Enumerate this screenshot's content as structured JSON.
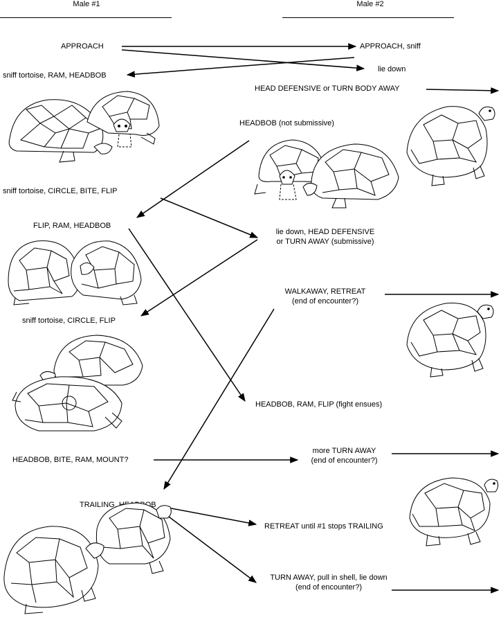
{
  "columns": {
    "male1": "Male #1",
    "male2": "Male #2"
  },
  "labels": {
    "l_approach": "APPROACH",
    "r_approach": "APPROACH, sniff",
    "r_liedown": "lie down",
    "l_sniff_ram": "sniff tortoise, RAM, HEADBOB",
    "r_head_def": "HEAD DEFENSIVE or TURN BODY AWAY",
    "r_headbob": "HEADBOB  (not submissive)",
    "l_sniff_circle_bite": "sniff tortoise, CIRCLE, BITE, FLIP",
    "l_flip_ram": "FLIP, RAM, HEADBOB",
    "r_liedown_def_1": "lie down, HEAD DEFENSIVE",
    "r_liedown_def_2": "or TURN AWAY (submissive)",
    "r_walkaway_1": "WALKAWAY, RETREAT",
    "r_walkaway_2": "(end of encounter?)",
    "l_sniff_circle_flip": "sniff tortoise, CIRCLE, FLIP",
    "r_fight": "HEADBOB, RAM, FLIP (fight ensues)",
    "l_mount": "HEADBOB, BITE, RAM, MOUNT?",
    "r_more_turn_1": "more TURN AWAY",
    "r_more_turn_2": "(end of encounter?)",
    "l_trailing": "TRAILING, HEADBOB",
    "r_retreat": "RETREAT until #1 stops TRAILING",
    "r_pull_1": "TURN AWAY, pull in shell, lie down",
    "r_pull_2": "(end of encounter?)"
  },
  "illustrations": [
    "two-tortoises-sniff-ram",
    "tortoise-walking-away-1",
    "two-tortoises-headbob",
    "two-tortoises-flip-ram",
    "tortoise-walking-away-2",
    "tortoise-mounted-flipped",
    "tortoise-walking-away-3",
    "two-tortoises-trailing"
  ]
}
